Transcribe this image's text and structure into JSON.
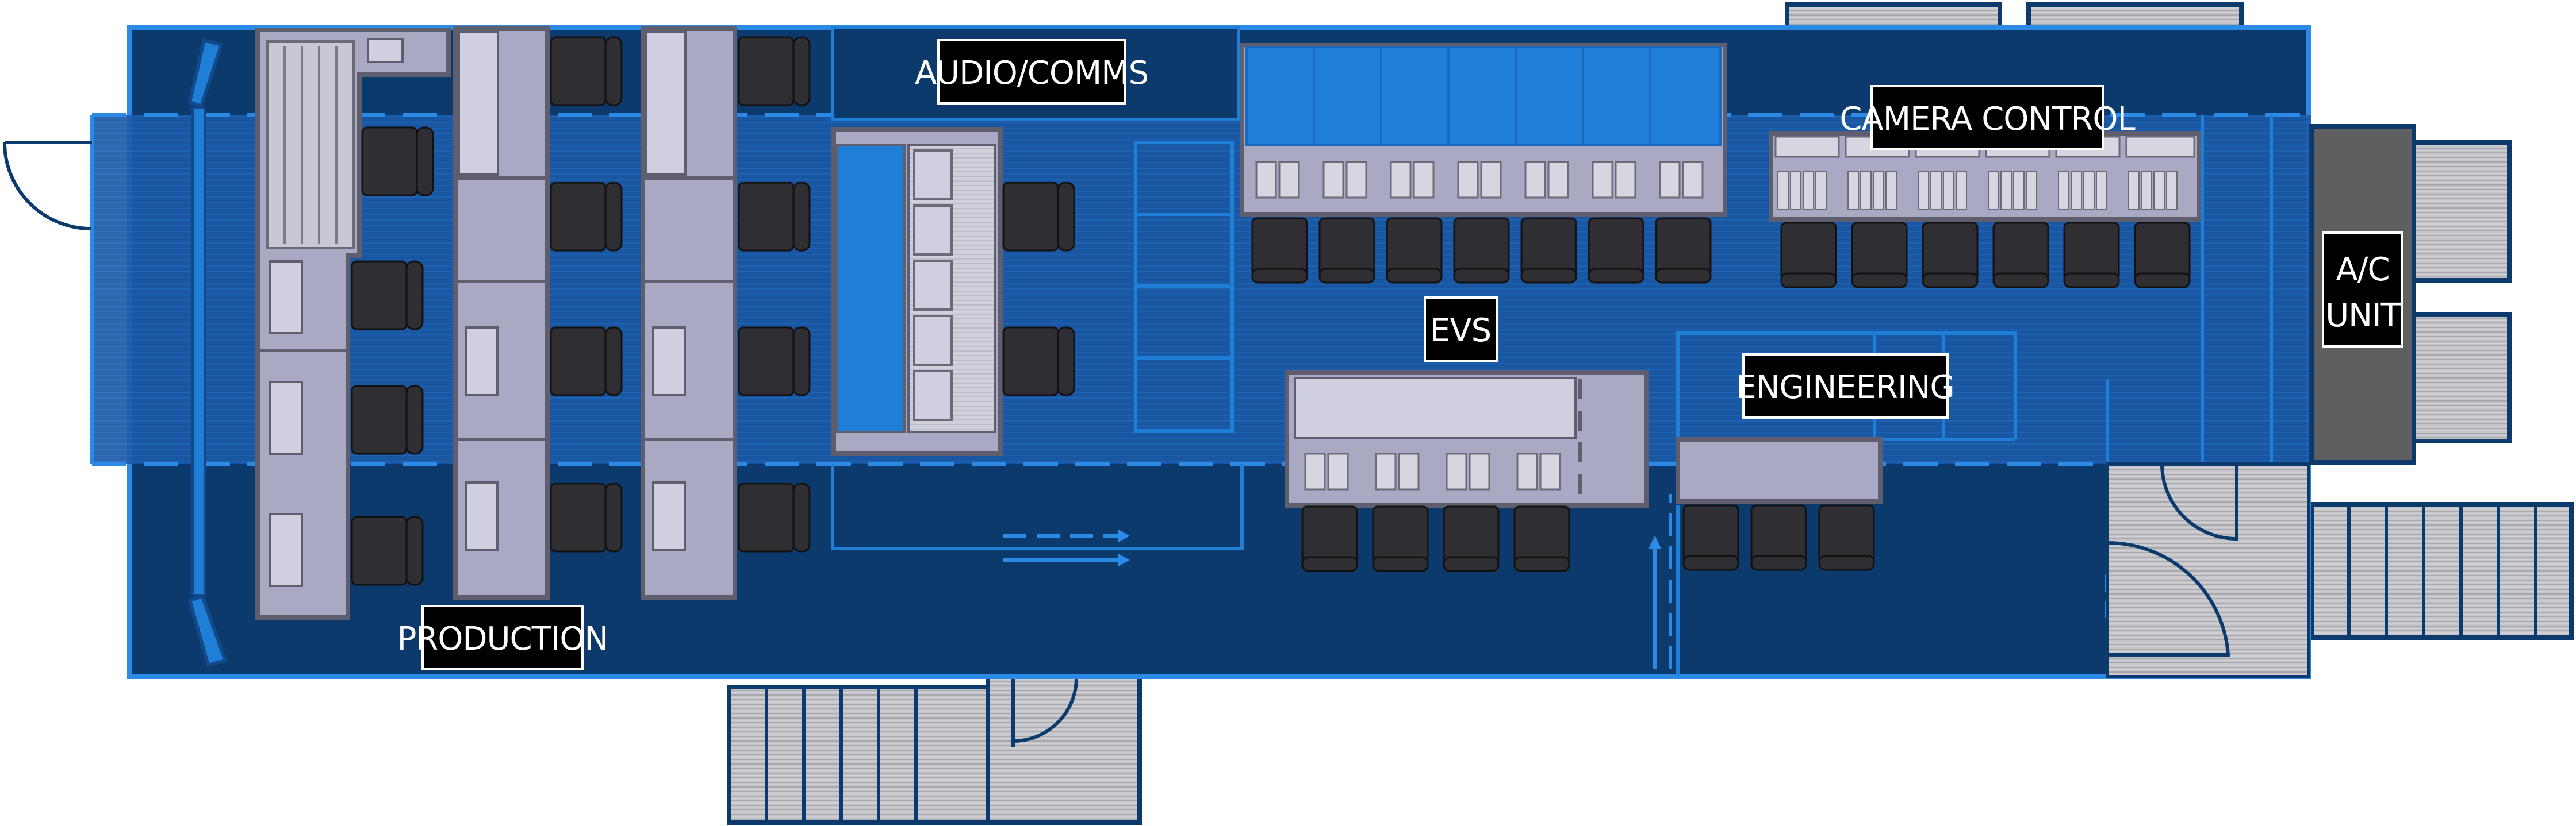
{
  "labels": {
    "audio_comms": "AUDIO/COMMS",
    "camera_control": "CAMERA CONTROL",
    "evs": "EVS",
    "engineering": "ENGINEERING",
    "production": "PRODUCTION",
    "ac_line1": "A/C",
    "ac_line2": "UNIT"
  },
  "colors": {
    "floor_dark": "#0d3a6c",
    "floor_mid": "#11498a",
    "floor_expansion": "#1d5fb0",
    "accent_blue": "#1f7fd6",
    "wall_line": "#2a8ae6",
    "console_grey": "#a9a9c4",
    "console_light": "#cfcfdf",
    "chair": "#2e2e33",
    "stairs_grey": "#c8c8cc",
    "ac_unit": "#5f5f62",
    "label_bg": "#000000",
    "label_text": "#ffffff"
  },
  "icons": [
    "chair-icon",
    "door-swing-icon",
    "stairs-icon",
    "flow-arrow-icon",
    "monitor-icon",
    "control-panel-icon"
  ]
}
